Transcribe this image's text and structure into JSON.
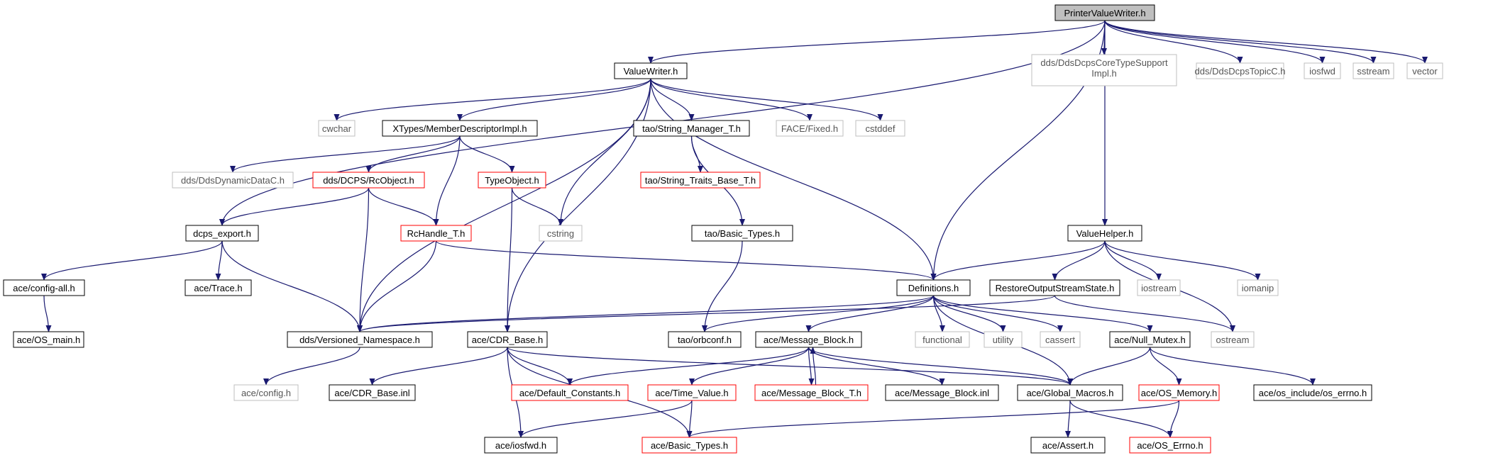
{
  "colors": {
    "edge": "#191970",
    "root_fill": "#bfbfbf",
    "solid_border": "#000000",
    "incomplete_border": "#ff0000",
    "external_border": "#bfbfbf",
    "node_fill": "#ffffff"
  },
  "nodes": [
    {
      "id": "printer",
      "label": "PrinterValueWriter.h",
      "kind": "root"
    },
    {
      "id": "valuewriter",
      "label": "ValueWriter.h",
      "kind": "solid"
    },
    {
      "id": "coretype",
      "label": "dds/DdsDcpsCoreTypeSupport",
      "label2": "Impl.h",
      "kind": "external"
    },
    {
      "id": "topicc",
      "label": "dds/DdsDcpsTopicC.h",
      "kind": "external"
    },
    {
      "id": "iosfwd",
      "label": "iosfwd",
      "kind": "external"
    },
    {
      "id": "sstream",
      "label": "sstream",
      "kind": "external"
    },
    {
      "id": "vector",
      "label": "vector",
      "kind": "external"
    },
    {
      "id": "cwchar",
      "label": "cwchar",
      "kind": "external"
    },
    {
      "id": "xtypes",
      "label": "XTypes/MemberDescriptorImpl.h",
      "kind": "solid"
    },
    {
      "id": "strmgr",
      "label": "tao/String_Manager_T.h",
      "kind": "solid"
    },
    {
      "id": "facefixed",
      "label": "FACE/Fixed.h",
      "kind": "external"
    },
    {
      "id": "cstddef",
      "label": "cstddef",
      "kind": "external"
    },
    {
      "id": "dynamicdata",
      "label": "dds/DdsDynamicDataC.h",
      "kind": "external"
    },
    {
      "id": "rcobject",
      "label": "dds/DCPS/RcObject.h",
      "kind": "incomplete"
    },
    {
      "id": "typeobject",
      "label": "TypeObject.h",
      "kind": "incomplete"
    },
    {
      "id": "strtraits",
      "label": "tao/String_Traits_Base_T.h",
      "kind": "incomplete"
    },
    {
      "id": "dcpsexport",
      "label": "dcps_export.h",
      "kind": "solid"
    },
    {
      "id": "rchandle",
      "label": "RcHandle_T.h",
      "kind": "incomplete"
    },
    {
      "id": "cstring",
      "label": "cstring",
      "kind": "external"
    },
    {
      "id": "taobasic",
      "label": "tao/Basic_Types.h",
      "kind": "solid"
    },
    {
      "id": "valuehelper",
      "label": "ValueHelper.h",
      "kind": "solid"
    },
    {
      "id": "configall",
      "label": "ace/config-all.h",
      "kind": "solid"
    },
    {
      "id": "trace",
      "label": "ace/Trace.h",
      "kind": "solid"
    },
    {
      "id": "definitions",
      "label": "Definitions.h",
      "kind": "solid"
    },
    {
      "id": "restore",
      "label": "RestoreOutputStreamState.h",
      "kind": "solid"
    },
    {
      "id": "iostream",
      "label": "iostream",
      "kind": "external"
    },
    {
      "id": "iomanip",
      "label": "iomanip",
      "kind": "external"
    },
    {
      "id": "osmain",
      "label": "ace/OS_main.h",
      "kind": "solid"
    },
    {
      "id": "versioned",
      "label": "dds/Versioned_Namespace.h",
      "kind": "solid"
    },
    {
      "id": "cdrbase",
      "label": "ace/CDR_Base.h",
      "kind": "solid"
    },
    {
      "id": "orbconf",
      "label": "tao/orbconf.h",
      "kind": "solid"
    },
    {
      "id": "msgblock",
      "label": "ace/Message_Block.h",
      "kind": "solid"
    },
    {
      "id": "functional",
      "label": "functional",
      "kind": "external"
    },
    {
      "id": "utility",
      "label": "utility",
      "kind": "external"
    },
    {
      "id": "cassert",
      "label": "cassert",
      "kind": "external"
    },
    {
      "id": "nullmutex",
      "label": "ace/Null_Mutex.h",
      "kind": "solid"
    },
    {
      "id": "ostream",
      "label": "ostream",
      "kind": "external"
    },
    {
      "id": "config",
      "label": "ace/config.h",
      "kind": "external"
    },
    {
      "id": "cdrinl",
      "label": "ace/CDR_Base.inl",
      "kind": "solid"
    },
    {
      "id": "defconst",
      "label": "ace/Default_Constants.h",
      "kind": "incomplete"
    },
    {
      "id": "timevalue",
      "label": "ace/Time_Value.h",
      "kind": "incomplete"
    },
    {
      "id": "msgblockt",
      "label": "ace/Message_Block_T.h",
      "kind": "incomplete"
    },
    {
      "id": "msgblockinl",
      "label": "ace/Message_Block.inl",
      "kind": "solid"
    },
    {
      "id": "globalmacros",
      "label": "ace/Global_Macros.h",
      "kind": "solid"
    },
    {
      "id": "osmemory",
      "label": "ace/OS_Memory.h",
      "kind": "incomplete"
    },
    {
      "id": "oserrno_inc",
      "label": "ace/os_include/os_errno.h",
      "kind": "solid"
    },
    {
      "id": "aceiosfwd",
      "label": "ace/iosfwd.h",
      "kind": "solid"
    },
    {
      "id": "acebasic",
      "label": "ace/Basic_Types.h",
      "kind": "incomplete"
    },
    {
      "id": "aceassert",
      "label": "ace/Assert.h",
      "kind": "solid"
    },
    {
      "id": "oserrno",
      "label": "ace/OS_Errno.h",
      "kind": "incomplete"
    }
  ],
  "edges": [
    [
      "printer",
      "valuewriter"
    ],
    [
      "printer",
      "coretype"
    ],
    [
      "printer",
      "topicc"
    ],
    [
      "printer",
      "iosfwd"
    ],
    [
      "printer",
      "sstream"
    ],
    [
      "printer",
      "vector"
    ],
    [
      "printer",
      "dcpsexport"
    ],
    [
      "printer",
      "definitions"
    ],
    [
      "printer",
      "valuehelper"
    ],
    [
      "valuewriter",
      "cwchar"
    ],
    [
      "valuewriter",
      "xtypes"
    ],
    [
      "valuewriter",
      "strmgr"
    ],
    [
      "valuewriter",
      "facefixed"
    ],
    [
      "valuewriter",
      "cstddef"
    ],
    [
      "valuewriter",
      "cstring"
    ],
    [
      "valuewriter",
      "versioned"
    ],
    [
      "valuewriter",
      "cdrbase"
    ],
    [
      "valuewriter",
      "definitions"
    ],
    [
      "xtypes",
      "dynamicdata"
    ],
    [
      "xtypes",
      "rcobject"
    ],
    [
      "xtypes",
      "typeobject"
    ],
    [
      "xtypes",
      "rchandle"
    ],
    [
      "strmgr",
      "strtraits"
    ],
    [
      "strmgr",
      "taobasic"
    ],
    [
      "rcobject",
      "dcpsexport"
    ],
    [
      "rcobject",
      "rchandle"
    ],
    [
      "rcobject",
      "versioned"
    ],
    [
      "typeobject",
      "cstring"
    ],
    [
      "typeobject",
      "cdrbase"
    ],
    [
      "dcpsexport",
      "configall"
    ],
    [
      "dcpsexport",
      "trace"
    ],
    [
      "dcpsexport",
      "versioned"
    ],
    [
      "rchandle",
      "versioned"
    ],
    [
      "rchandle",
      "definitions"
    ],
    [
      "taobasic",
      "orbconf"
    ],
    [
      "valuehelper",
      "definitions"
    ],
    [
      "valuehelper",
      "restore"
    ],
    [
      "valuehelper",
      "iostream"
    ],
    [
      "valuehelper",
      "iomanip"
    ],
    [
      "valuehelper",
      "ostream"
    ],
    [
      "configall",
      "osmain"
    ],
    [
      "definitions",
      "versioned"
    ],
    [
      "definitions",
      "orbconf"
    ],
    [
      "definitions",
      "msgblock"
    ],
    [
      "definitions",
      "functional"
    ],
    [
      "definitions",
      "utility"
    ],
    [
      "definitions",
      "cassert"
    ],
    [
      "definitions",
      "nullmutex"
    ],
    [
      "definitions",
      "globalmacros"
    ],
    [
      "restore",
      "versioned"
    ],
    [
      "restore",
      "ostream"
    ],
    [
      "versioned",
      "config"
    ],
    [
      "cdrbase",
      "cdrinl"
    ],
    [
      "cdrbase",
      "defconst"
    ],
    [
      "cdrbase",
      "aceiosfwd"
    ],
    [
      "cdrbase",
      "acebasic"
    ],
    [
      "cdrbase",
      "globalmacros"
    ],
    [
      "msgblock",
      "defconst"
    ],
    [
      "msgblock",
      "timevalue"
    ],
    [
      "msgblock",
      "msgblockt"
    ],
    [
      "msgblock",
      "msgblockinl"
    ],
    [
      "msgblock",
      "globalmacros"
    ],
    [
      "msgblockt",
      "msgblock"
    ],
    [
      "nullmutex",
      "globalmacros"
    ],
    [
      "nullmutex",
      "osmemory"
    ],
    [
      "nullmutex",
      "oserrno_inc"
    ],
    [
      "timevalue",
      "aceiosfwd"
    ],
    [
      "timevalue",
      "acebasic"
    ],
    [
      "globalmacros",
      "aceassert"
    ],
    [
      "globalmacros",
      "oserrno"
    ],
    [
      "osmemory",
      "acebasic"
    ],
    [
      "osmemory",
      "oserrno"
    ]
  ]
}
